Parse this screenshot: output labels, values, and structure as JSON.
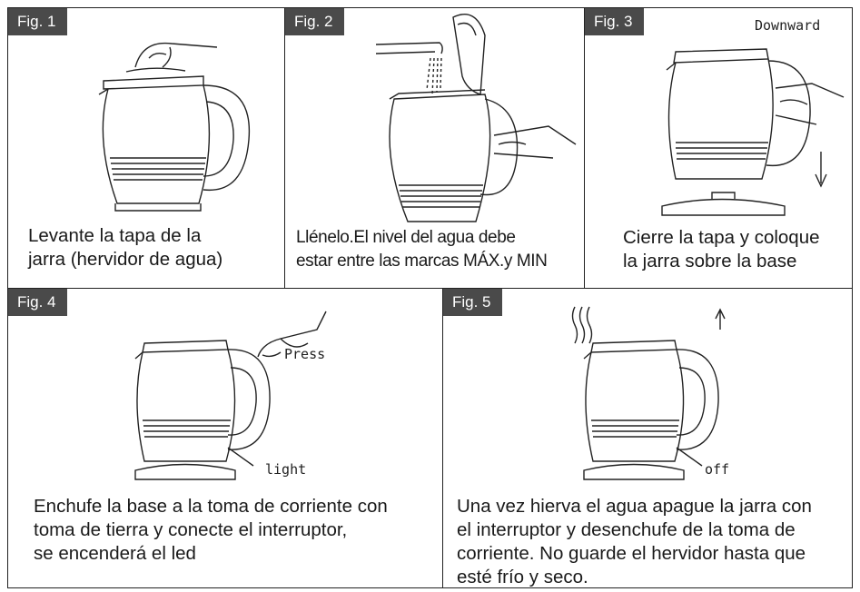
{
  "figures": [
    {
      "tag": "Fig. 1",
      "caption": "Levante la tapa de la\njarra (hervidor de agua)"
    },
    {
      "tag": "Fig. 2",
      "caption": "Llénelo.El nivel del agua debe\nestar entre las marcas MÁX.y MIN"
    },
    {
      "tag": "Fig. 3",
      "caption": "Cierre la tapa y coloque\nla jarra sobre la base",
      "note": "Downward"
    },
    {
      "tag": "Fig. 4",
      "caption": "Enchufe la base a la toma de corriente con\ntoma de tierra y conecte el interruptor,\nse encenderá el led",
      "note_press": "Press",
      "note_light": "light"
    },
    {
      "tag": "Fig. 5",
      "caption": "Una vez hierva el agua apague la jarra con\nel interruptor y desenchufe de la toma de\ncorriente. No guarde el hervidor hasta que\nesté frío y seco.",
      "note_off": "off"
    }
  ]
}
